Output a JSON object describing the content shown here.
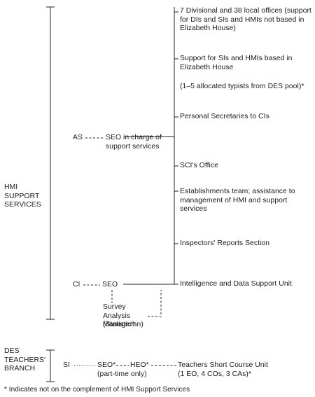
{
  "groups": {
    "hmi_support": "HMI SUPPORT SERVICES",
    "des_branch": "DES TEACHERS' BRANCH"
  },
  "units": {
    "divisional": "7 Divisional and 38 local offices (support for DIs and SIs and HMIs not based in Elizabeth House)",
    "support_sis": "Support for SIs and HMIs based in Elizabeth House",
    "typists": "(1–5 allocated typists from DES pool)*",
    "personal_secretaries": "Personal Secretaries to CIs",
    "sci_office": "SCI's Office",
    "establishments": "Establishments team; assistance to management of HMI and support services",
    "reports": "Inspectors' Reports Section",
    "intelligence": "Intelligence and Data Support Unit",
    "teachers_course": "Teachers Short Course Unit",
    "teachers_course_staff": "(1 EO, 4 COs, 3 CAs)*"
  },
  "posts": {
    "as": "AS",
    "seo_support": "SEO in charge of support services",
    "ci": "CI",
    "seo_ci": "SEO",
    "survey_manager": "Survey Analysis Manager*",
    "statistician": "(Statistician)",
    "si": "SI",
    "seo_branch": "SEO*",
    "heo_branch": "HEO*",
    "part_time": "(part-time only)"
  },
  "footnote": "* Indicates not on the complement of HMI Support Services"
}
